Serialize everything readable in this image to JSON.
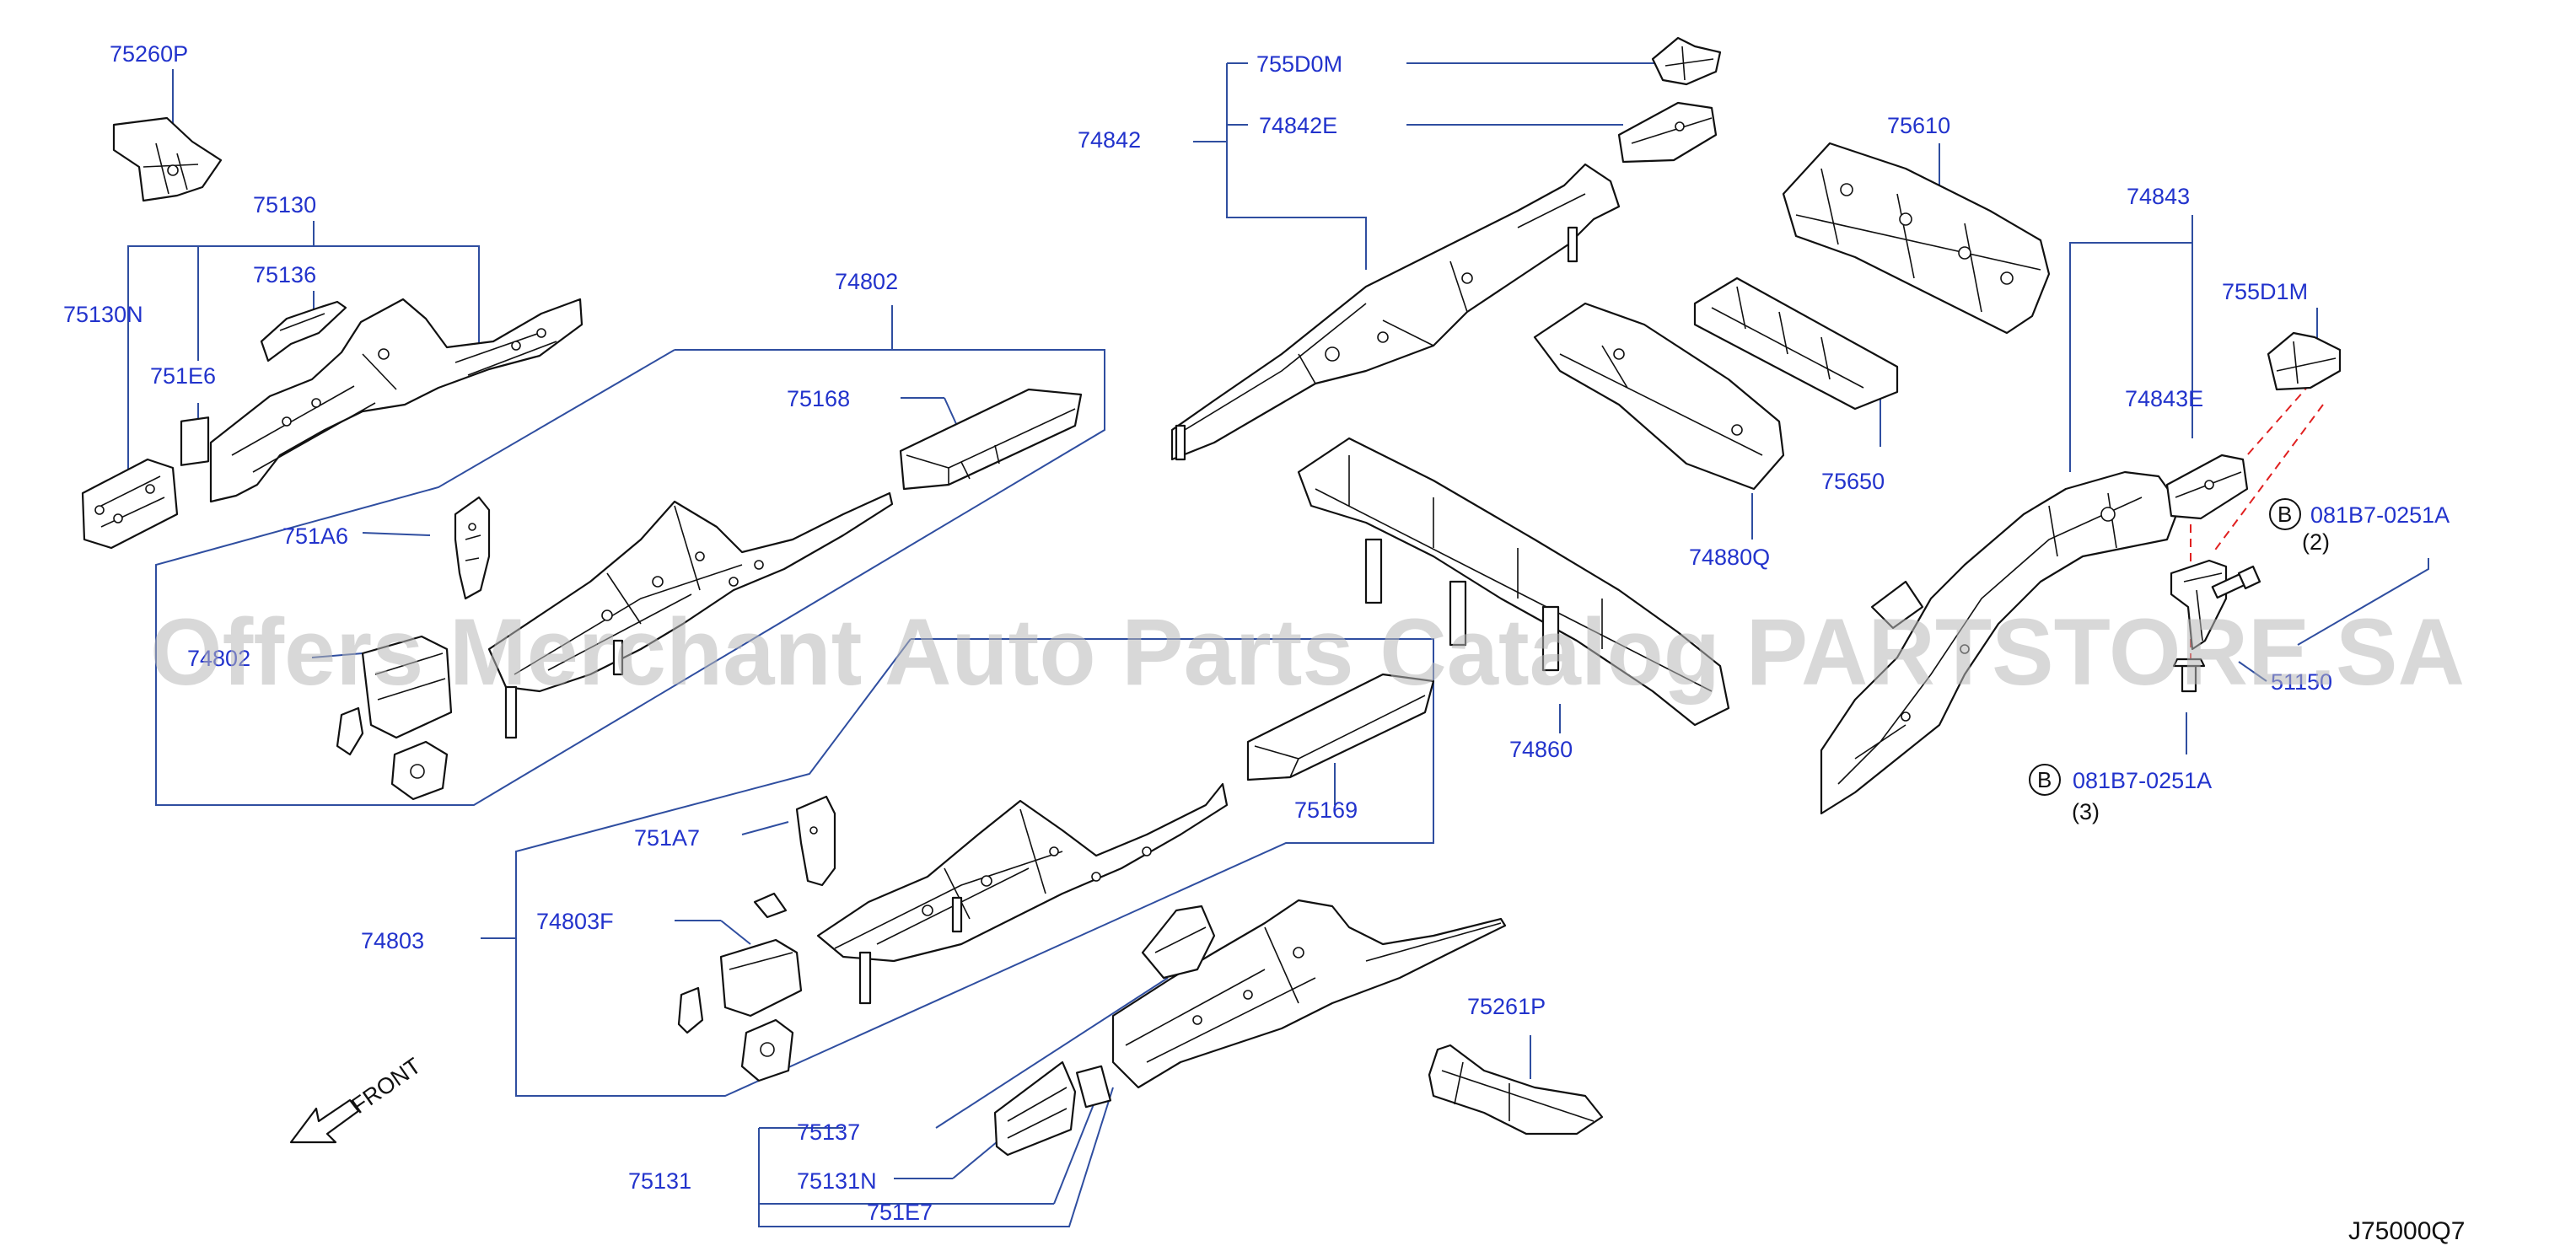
{
  "diagram_code": "J75000Q7",
  "watermark": "Offers Merchant Auto Parts Catalog PARTSTORE.SA",
  "front_label": "FRONT",
  "bolt_marker": "B",
  "callouts": {
    "p75260P": "75260P",
    "p75130": "75130",
    "p75136": "75136",
    "p75130N": "75130N",
    "p751E6": "751E6",
    "p74802": "74802",
    "p75168": "75168",
    "p751A6": "751A6",
    "p74802b": "74802",
    "p755D0M": "755D0M",
    "p74842": "74842",
    "p74842E": "74842E",
    "p75610": "75610",
    "p75650": "75650",
    "p74880Q": "74880Q",
    "p74860": "74860",
    "p75169": "75169",
    "p751A7": "751A7",
    "p74803F": "74803F",
    "p74803": "74803",
    "p75261P": "75261P",
    "p75137": "75137",
    "p75131": "75131",
    "p75131N": "75131N",
    "p751E7": "751E7",
    "p74843": "74843",
    "p755D1M": "755D1M",
    "p74843E": "74843E",
    "p081B7a": "081B7-0251A",
    "qty2": "(2)",
    "p51150": "51150",
    "p081B7b": "081B7-0251A",
    "qty3": "(3)"
  }
}
